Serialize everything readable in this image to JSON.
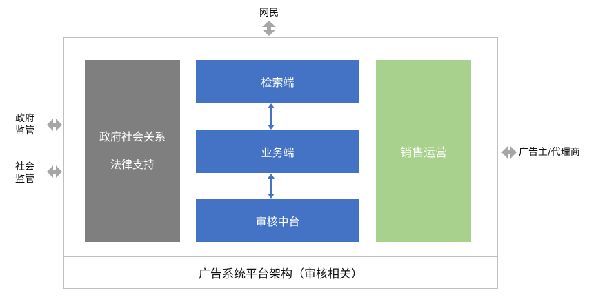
{
  "top_actor": "网民",
  "left_actors": [
    {
      "line1": "政府",
      "line2": "监管"
    },
    {
      "line1": "社会",
      "line2": "监管"
    }
  ],
  "right_actor": "广告主/代理商",
  "gov_block": {
    "line1": "政府社会关系",
    "line2": "法律支持"
  },
  "stack": {
    "search": "检索端",
    "business": "业务端",
    "review": "审核中台"
  },
  "sales": "销售运营",
  "footer": "广告系统平台架构（审核相关）",
  "colors": {
    "gray": "#7f7f7f",
    "blue": "#4472c4",
    "green": "#a9d18e",
    "arrow_gray": "#a6a6a6"
  }
}
